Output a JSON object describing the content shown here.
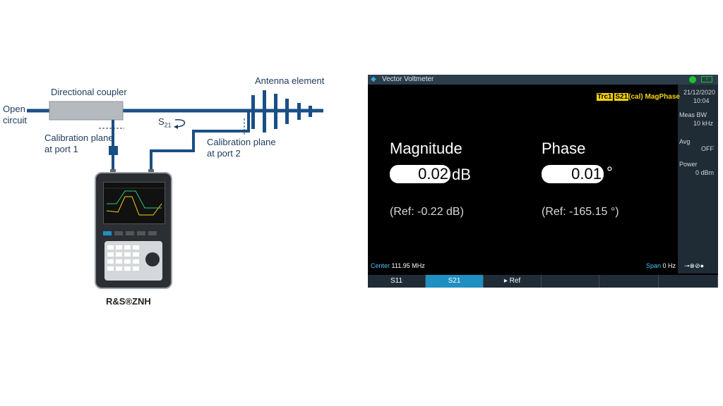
{
  "diagram": {
    "open_circuit": "Open\ncircuit",
    "directional_coupler": "Directional coupler",
    "s21": "S21",
    "calib_plane_1": "Calibration plane\nat port 1",
    "calib_plane_2": "Calibration plane\nat port 2",
    "antenna_element": "Antenna element",
    "device_name": "R&S®ZNH",
    "line_color": "#1a4f86",
    "coupler_color": "#aab0b5"
  },
  "screen": {
    "title": "Vector Voltmeter",
    "date": "21/12/2020",
    "time": "10:04",
    "trace": {
      "trc": "Trc1",
      "param": "S21",
      "cal": "(cal)",
      "format": "MagPhase"
    },
    "sidebar": {
      "meas_bw_label": "Meas BW",
      "meas_bw_value": "10 kHz",
      "avg_label": "Avg",
      "avg_value": "OFF",
      "power_label": "Power",
      "power_value": "0 dBm"
    },
    "magnitude": {
      "label": "Magnitude",
      "value": "0.02",
      "unit": "dB",
      "ref": "(Ref: -0.22 dB)"
    },
    "phase": {
      "label": "Phase",
      "value": "0.01",
      "unit": "°",
      "ref": "(Ref: -165.15 °)"
    },
    "center_label": "Center",
    "center_value": "111.95 MHz",
    "span_label": "Span",
    "span_value": "0 Hz",
    "softkeys": [
      "S11",
      "S21",
      "▸ Ref",
      "",
      "",
      ""
    ],
    "active_softkey": "S21",
    "colors": {
      "background": "#000000",
      "accent": "#1e8fc0",
      "trace_yellow": "#f5d20a",
      "status_green": "#1bc42a"
    }
  }
}
